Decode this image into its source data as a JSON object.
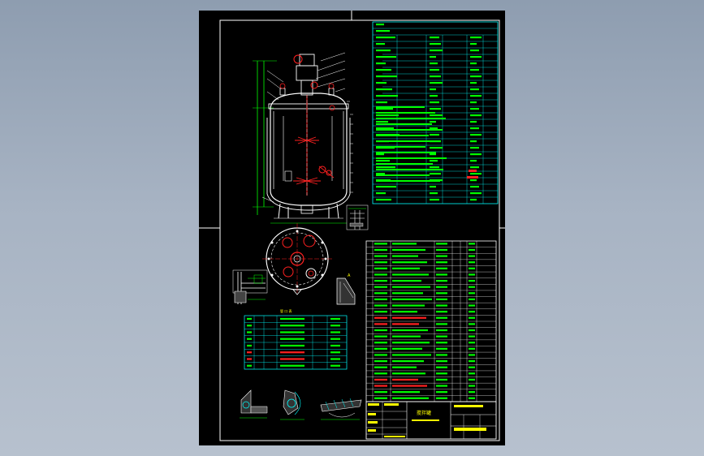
{
  "viewer": {
    "background_top": "#8e9db0",
    "background_bottom": "#b7c1ce",
    "sheet_color": "#000000"
  },
  "drawing": {
    "title_block_name": "搅拌罐",
    "line_colors": {
      "outline": "#ffffff",
      "dimension": "#00ff00",
      "table": "#00ffff",
      "highlight": "#ff2020",
      "text": "#ffff00"
    },
    "parts_list_rows": 26,
    "nozzle_table_rows": 8
  }
}
